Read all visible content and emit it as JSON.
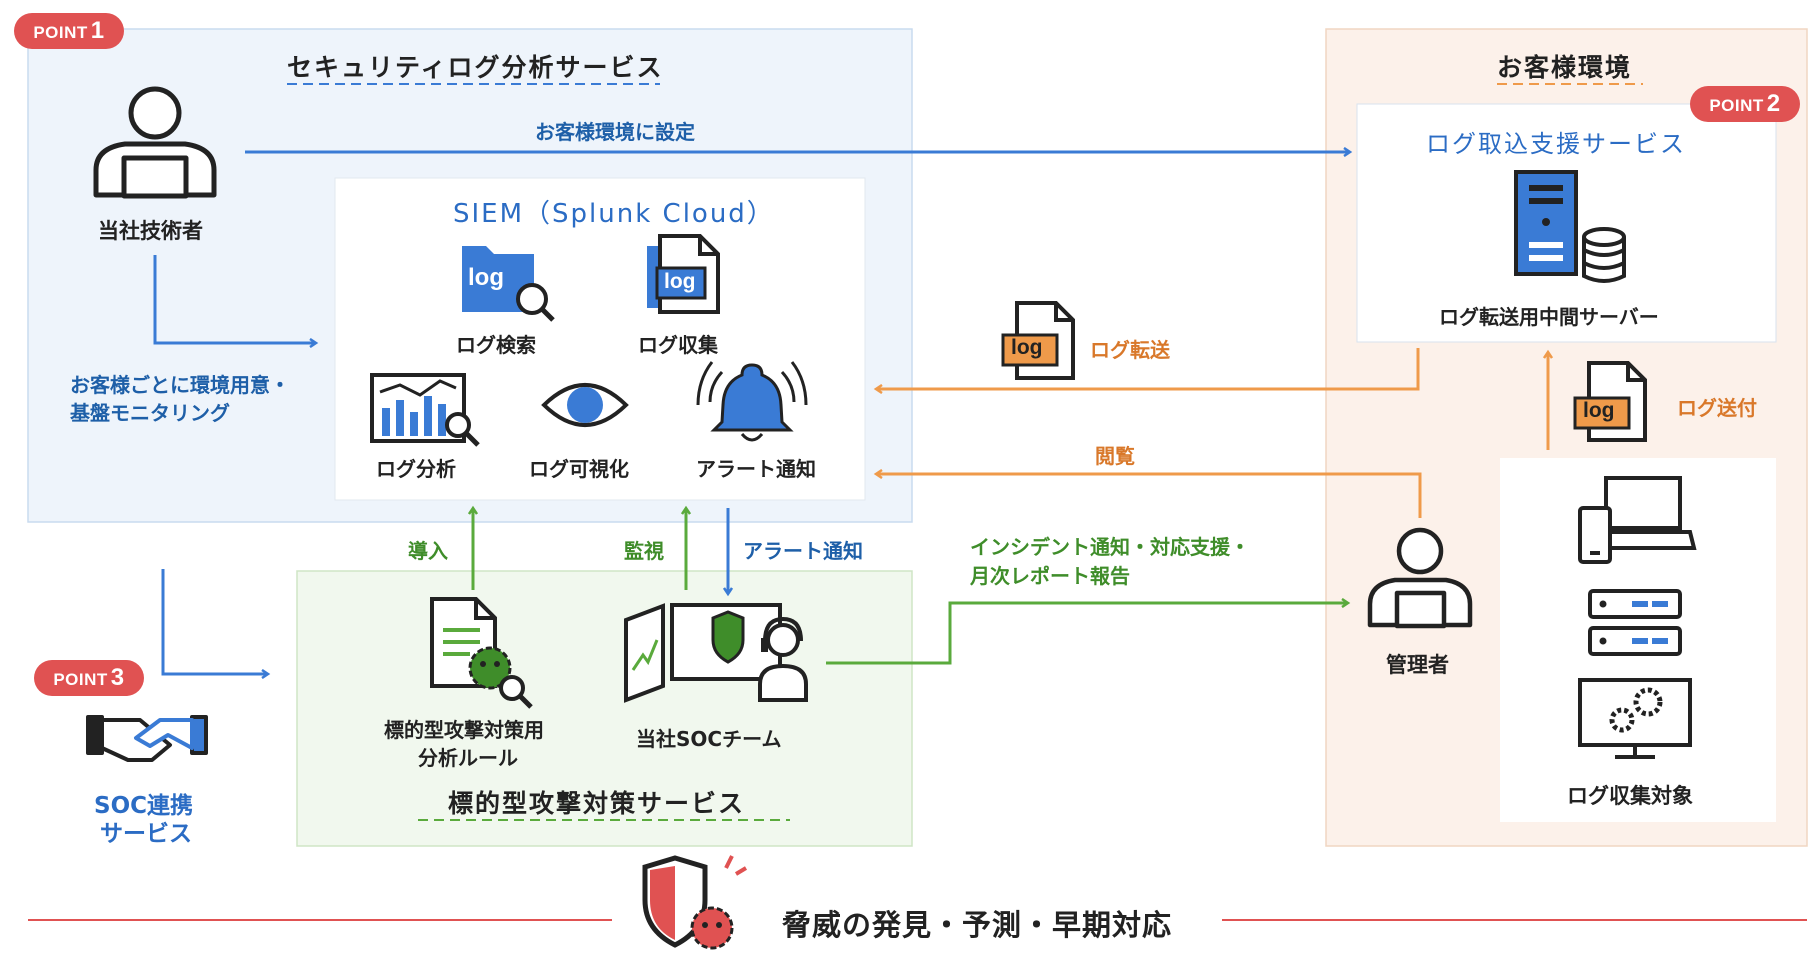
{
  "badges": {
    "point1": {
      "label": "POINT",
      "num": "1"
    },
    "point2": {
      "label": "POINT",
      "num": "2"
    },
    "point3": {
      "label": "POINT",
      "num": "3"
    }
  },
  "panels": {
    "security": {
      "title": "セキュリティログ分析サービス"
    },
    "customer": {
      "title": "お客様環境"
    },
    "targeted": {
      "title": "標的型攻撃対策サービス"
    }
  },
  "siem": {
    "title": "SIEM（Splunk Cloud）",
    "items": {
      "search": "ログ検索",
      "collect": "ログ収集",
      "analyze": "ログ分析",
      "visualize": "ログ可視化",
      "alert": "アラート通知"
    },
    "log_icon_text": "log"
  },
  "actors": {
    "engineer": "当社技術者",
    "admin": "管理者",
    "soc_team": "当社SOCチーム",
    "rules_line1": "標的型攻撃対策用",
    "rules_line2": "分析ルール"
  },
  "labels": {
    "setup": "お客様環境に設定",
    "env_line1": "お客様ごとに環境用意・",
    "env_line2": "基盤モニタリング",
    "log_transfer": "ログ転送",
    "log_send": "ログ送付",
    "view": "閲覧",
    "deploy": "導入",
    "monitor": "監視",
    "alert": "アラート通知",
    "incident_line1": "インシデント通知・対応支援・",
    "incident_line2": "月次レポート報告"
  },
  "ingest": {
    "title": "ログ取込支援サービス",
    "server": "ログ転送用中間サーバー"
  },
  "collection": {
    "label": "ログ収集対象"
  },
  "soc": {
    "line1": "SOC連携",
    "line2": "サービス"
  },
  "footer": {
    "text": "脅威の発見・予測・早期対応"
  },
  "colors": {
    "blue": "#3a7bd5",
    "orange": "#ef9a4a",
    "green": "#5aaa3c",
    "red": "#e05252"
  }
}
